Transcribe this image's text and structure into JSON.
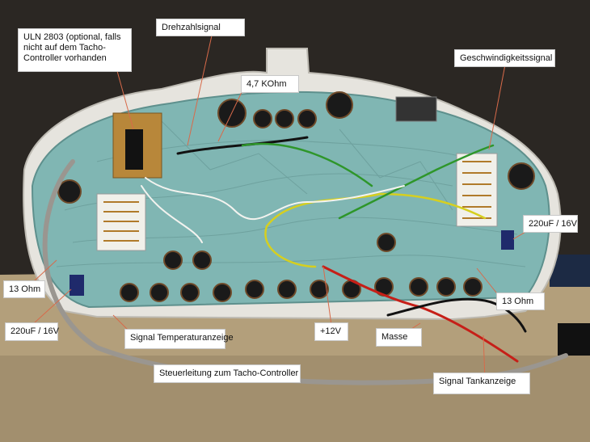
{
  "annotations": {
    "uln": "ULN 2803 (optional, falls nicht auf dem Tacho-Controller vorhanden",
    "drehzahl": "Drehzahlsignal",
    "kohm": "4,7 KOhm",
    "geschwindigkeit": "Geschwindigkeitssignal",
    "cap_right": "220uF / 16V",
    "ohm_left": "13 Ohm",
    "ohm_right": "13 Ohm",
    "cap_left": "220uF / 16V",
    "temperatur": "Signal Temperaturanzeige",
    "plus12": "+12V",
    "masse": "Masse",
    "steuerleitung": "Steuerleitung zum Tacho-Controller",
    "tank": "Signal Tankanzeige"
  },
  "colors": {
    "pcb": "#7fb7b4",
    "housing": "#e8e6e0",
    "floor": "#b5a27e",
    "wall": "#2a2724",
    "wire_red": "#c8201a",
    "wire_black": "#141414",
    "wire_green": "#2f9a2a",
    "wire_yellow": "#d8d020",
    "wire_white": "#f2f2ee"
  }
}
